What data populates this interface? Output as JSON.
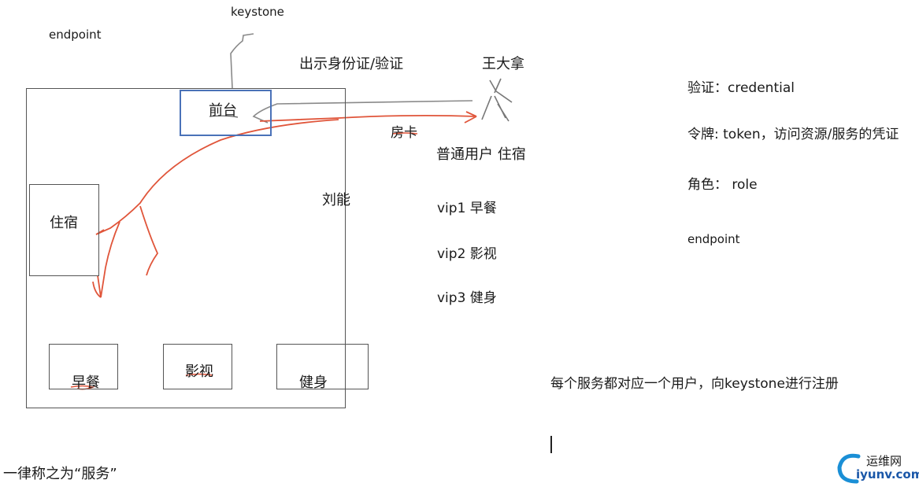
{
  "labels": {
    "keystone": "keystone",
    "endpoint_top": "endpoint",
    "show_id": "出示身份证/验证",
    "wang": "王大拿",
    "front_desk": "前台",
    "room_card": "房卡",
    "normal_user": "普通用户 住宿",
    "liuneng": "刘能",
    "lodging": "住宿",
    "vip1": "vip1 早餐",
    "vip2": "vip2 影视",
    "vip3": "vip3 健身",
    "breakfast": "早餐",
    "movie": "影视",
    "fitness": "健身",
    "unify": "一律称之为“服务”"
  },
  "notes": {
    "credential": "验证：credential",
    "token": "令牌: token，访问资源/服务的凭证",
    "role": "角色： role",
    "endpoint": "endpoint",
    "register": "每个服务都对应一个用户，向keystone进行注册"
  },
  "watermark": {
    "line1": "运维网",
    "line2": "iyunv.com"
  },
  "colors": {
    "pen_red": "#e0553a",
    "pen_gray": "#8a8a8a",
    "front_desk_border": "#4a72b8",
    "logo_blue": "#1a8fd6"
  }
}
